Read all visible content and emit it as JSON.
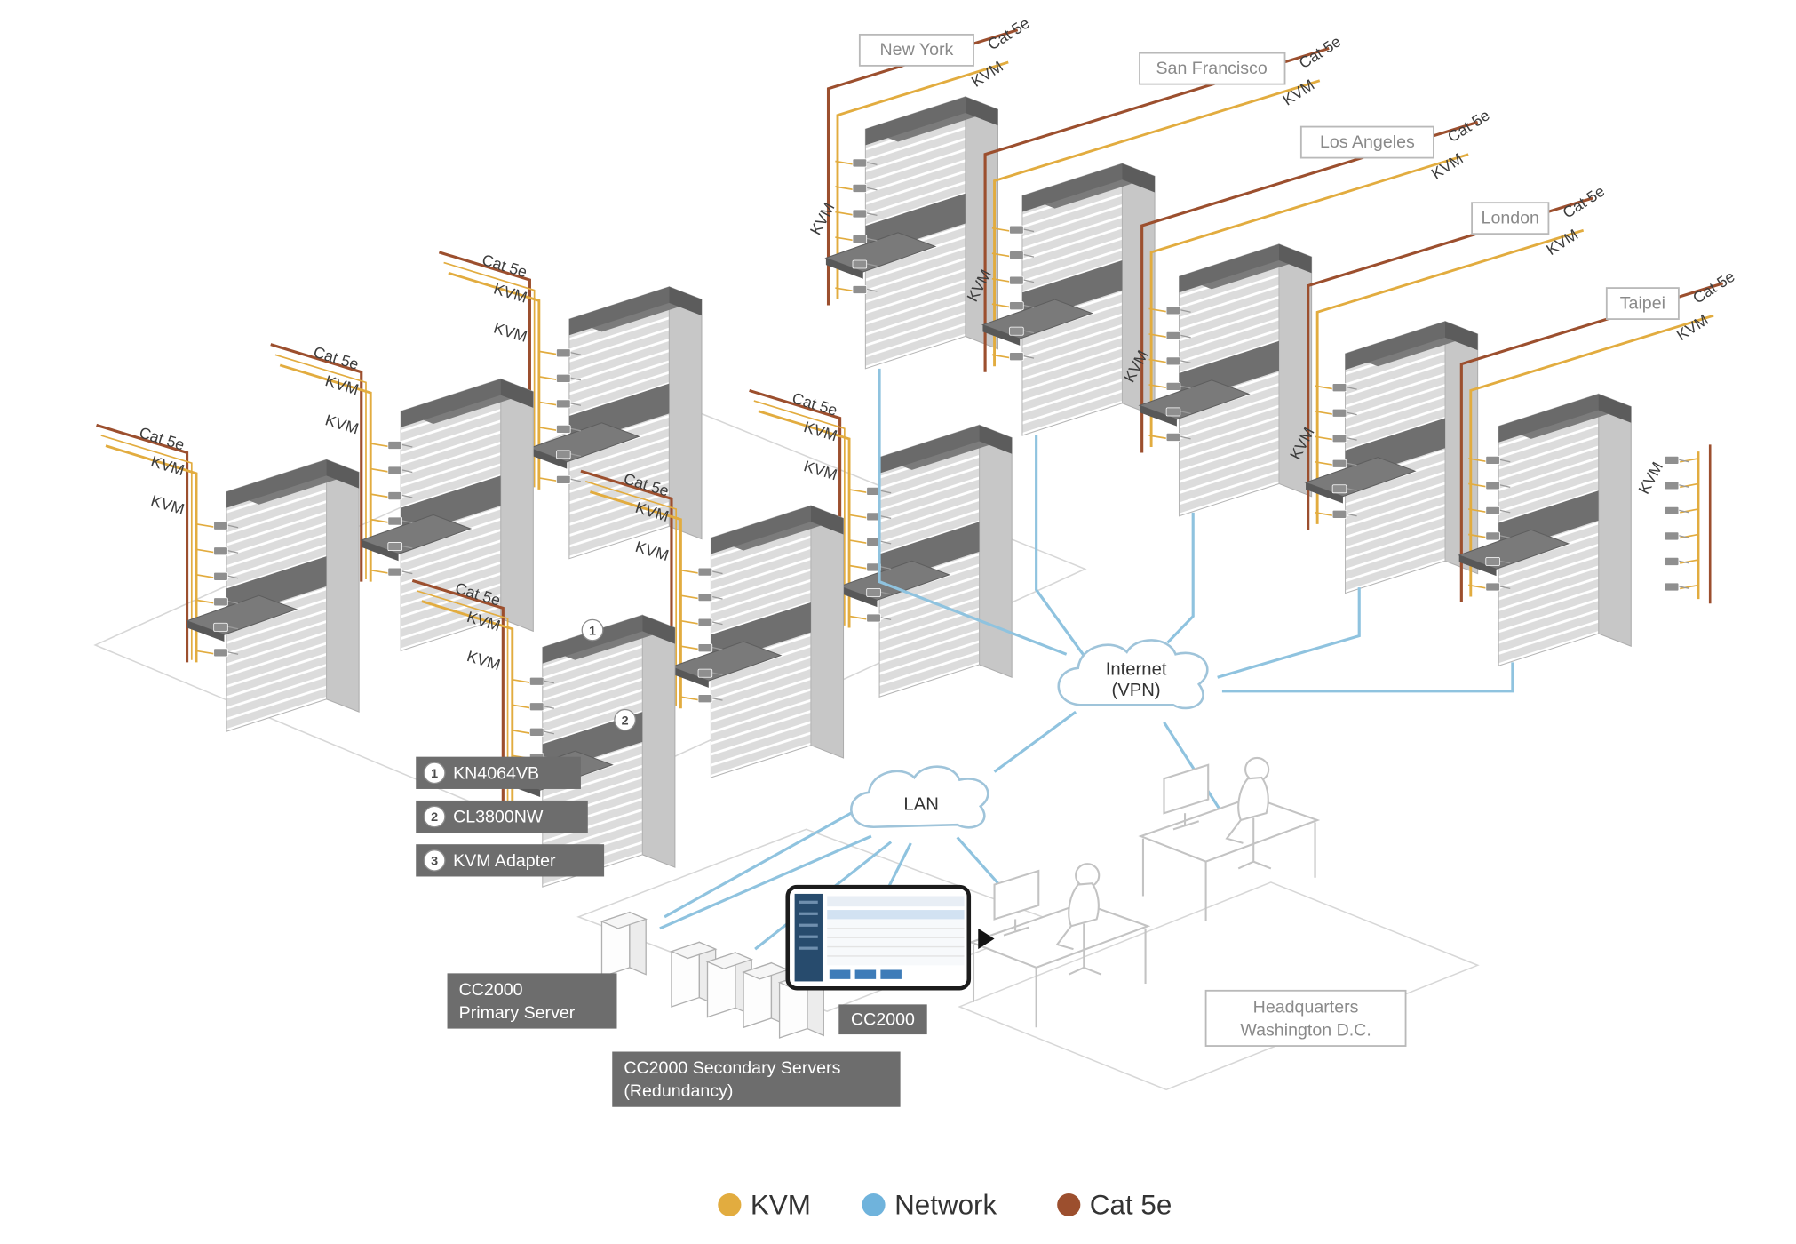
{
  "cities": [
    "New York",
    "San Francisco",
    "Los Angeles",
    "London",
    "Taipei"
  ],
  "cable_labels": {
    "cat5e": "Cat 5e",
    "kvm": "KVM"
  },
  "clouds": {
    "internet_line1": "Internet",
    "internet_line2": "(VPN)",
    "lan": "LAN"
  },
  "device_legend": [
    {
      "num": "1",
      "label": "KN4064VB"
    },
    {
      "num": "2",
      "label": "CL3800NW"
    },
    {
      "num": "3",
      "label": "KVM Adapter"
    }
  ],
  "badges": {
    "one": "1",
    "two": "2"
  },
  "servers": {
    "primary_line1": "CC2000",
    "primary_line2": "Primary Server",
    "secondary_line1": "CC2000 Secondary Servers",
    "secondary_line2": "(Redundancy)",
    "console": "CC2000"
  },
  "headquarters": {
    "line1": "Headquarters",
    "line2": "Washington D.C."
  },
  "legend": [
    {
      "label": "KVM",
      "color": "#E2AC3F"
    },
    {
      "label": "Network",
      "color": "#6FB3DC"
    },
    {
      "label": "Cat 5e",
      "color": "#9C4F2E"
    }
  ]
}
